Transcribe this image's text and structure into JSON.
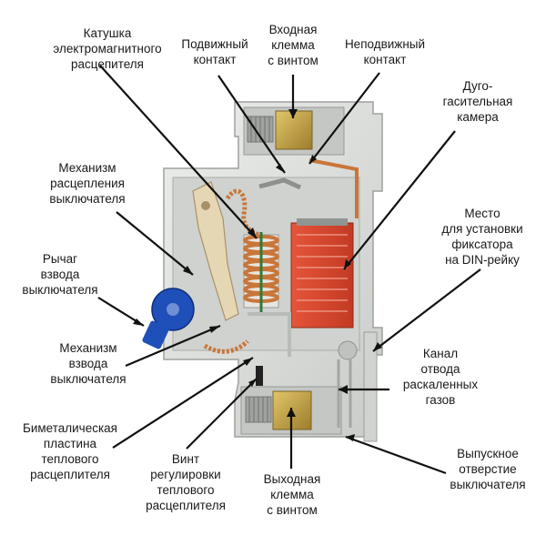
{
  "labels": {
    "coil": [
      "Катушка",
      "электромагнитного",
      "расцепителя"
    ],
    "moving_contact": [
      "Подвижный",
      "контакт"
    ],
    "input_terminal": [
      "Входная",
      "клемма",
      "с винтом"
    ],
    "fixed_contact": [
      "Неподвижный",
      "контакт"
    ],
    "arc_chamber": [
      "Дуго-",
      "гасительная",
      "камера"
    ],
    "trip_mechanism": [
      "Механизм",
      "расцепления",
      "выключателя"
    ],
    "din_place": [
      "Место",
      "для установки",
      "фиксатора",
      "на DIN-рейку"
    ],
    "lever": [
      "Рычаг",
      "взвода",
      "выключателя"
    ],
    "cocking_mechanism": [
      "Механизм",
      "взвода",
      "выключателя"
    ],
    "gas_channel": [
      "Канал",
      "отвода",
      "раскаленных",
      "газов"
    ],
    "bimetal": [
      "Биметалическая",
      "пластина",
      "теплового",
      "расцеплителя"
    ],
    "adjust_screw": [
      "Винт",
      "регулировки",
      "теплового",
      "расцеплителя"
    ],
    "output_terminal": [
      "Выходная",
      "клемма",
      "с винтом"
    ],
    "exhaust": [
      "Выпускное",
      "отверстие",
      "выключателя"
    ]
  },
  "colors": {
    "housing": "#d9dbd8",
    "housing_shadow": "#b9bcb8",
    "arc_chamber": "#d9452c",
    "copper": "#c8763a",
    "brass": "#c7a64a",
    "lever": "#1f4fb8",
    "mechanism": "#e6d7b4",
    "line": "#111111"
  }
}
